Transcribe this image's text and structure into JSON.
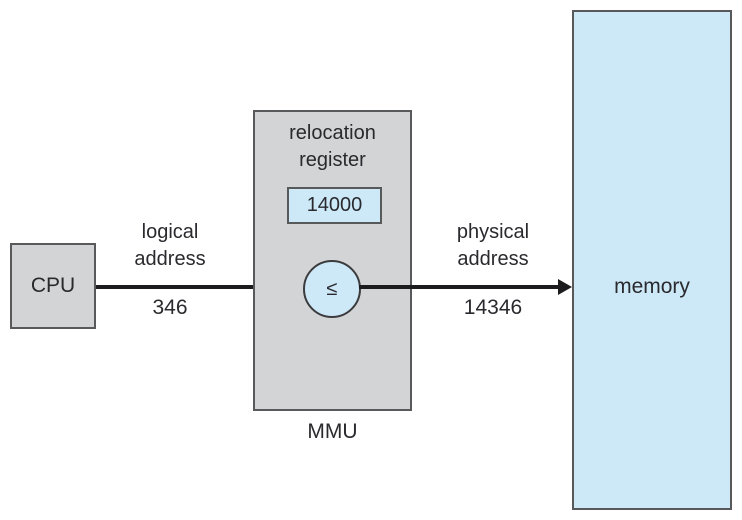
{
  "diagram": {
    "title_implicit": "Dynamic relocation using a relocation register",
    "cpu": {
      "label": "CPU"
    },
    "mmu": {
      "label": "MMU",
      "register_title": "relocation\nregister",
      "register_value": "14000",
      "operator_symbol": "≤"
    },
    "memory": {
      "label": "memory"
    },
    "logical_address": {
      "label": "logical\naddress",
      "value": "346"
    },
    "physical_address": {
      "label": "physical\naddress",
      "value": "14346"
    },
    "colors": {
      "box_gray": "#d3d4d6",
      "box_blue": "#cde9f8",
      "border_gray": "#58595b",
      "arrow_black": "#1c1c1e",
      "background": "#ffffff"
    }
  }
}
